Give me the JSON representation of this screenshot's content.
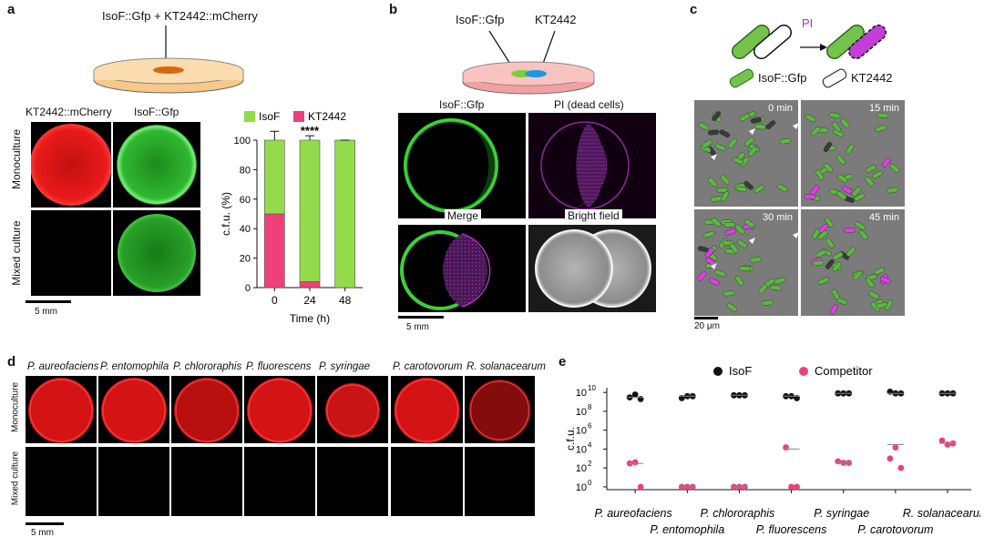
{
  "panels": {
    "a": "a",
    "b": "b",
    "c": "c",
    "d": "d",
    "e": "e"
  },
  "a": {
    "dish_label": "IsoF::Gfp + KT2442::mCherry",
    "col_left": "KT2442::mCherry",
    "col_right": "IsoF::Gfp",
    "row_top": "Monoculture",
    "row_bottom": "Mixed culture",
    "scale": "5 mm"
  },
  "b": {
    "dish_left": "IsoF::Gfp",
    "dish_right": "KT2442",
    "tl": "IsoF::Gfp",
    "tr": "PI (dead cells)",
    "bl": "Merge",
    "br": "Bright field",
    "scale": "5 mm"
  },
  "c": {
    "pi": "PI",
    "legend_isof": "IsoF::Gfp",
    "legend_kt": "KT2442",
    "times": [
      "0 min",
      "15 min",
      "30 min",
      "45 min"
    ],
    "scale": "20 μm"
  },
  "d": {
    "species": [
      "P. aureofaciens",
      "P. entomophila",
      "P. chlororaphis",
      "P. fluorescens",
      "P. syringae",
      "P. carotovorum",
      "R. solanacearum"
    ],
    "row_top": "Monoculture",
    "row_bottom": "Mixed culture",
    "scale": "5 mm",
    "colony_colors": [
      "#d41414",
      "#d41414",
      "#b81010",
      "#d41414",
      "#c81414",
      "#d41414",
      "#b01010"
    ]
  },
  "chart_data": [
    {
      "type": "bar",
      "stacked": true,
      "categories": [
        "0",
        "24",
        "48"
      ],
      "series": [
        {
          "name": "KT2442",
          "values": [
            50,
            4,
            0
          ],
          "errors": [
            7,
            3,
            0
          ],
          "color": "#f0407a"
        },
        {
          "name": "IsoF",
          "values": [
            50,
            96,
            100
          ],
          "errors": [
            6,
            3,
            0
          ],
          "color": "#94db4b"
        }
      ],
      "xlabel": "Time (h)",
      "ylabel": "c.f.u. (%)",
      "ylim": [
        0,
        100
      ],
      "yticks": [
        0,
        20,
        40,
        60,
        80,
        100
      ],
      "annotation": "****",
      "legend": "top"
    },
    {
      "type": "scatter",
      "yscale": "log",
      "ylabel": "c.f.u.",
      "yticks_exp": [
        0,
        2,
        4,
        6,
        8,
        10
      ],
      "categories": [
        "P. aureofaciens",
        "P. entomophila",
        "P. chlororaphis",
        "P. fluorescens",
        "P. syringae",
        "P. carotovorum",
        "R. solanacearum"
      ],
      "series": [
        {
          "name": "IsoF",
          "color": "#111111",
          "values": [
            [
              3000000000.0,
              6000000000.0,
              2000000000.0
            ],
            [
              2500000000.0,
              4000000000.0,
              4000000000.0
            ],
            [
              5000000000.0,
              5000000000.0,
              5000000000.0
            ],
            [
              4000000000.0,
              4000000000.0,
              2500000000.0
            ],
            [
              8000000000.0,
              8000000000.0,
              8000000000.0
            ],
            [
              12000000000.0,
              8000000000.0,
              8000000000.0
            ],
            [
              8000000000.0,
              8000000000.0,
              8000000000.0
            ]
          ],
          "medians": [
            3000000000.0,
            4000000000.0,
            5000000000.0,
            4000000000.0,
            8000000000.0,
            8000000000.0,
            8000000000.0
          ]
        },
        {
          "name": "Competitor",
          "color": "#f0407a",
          "values": [
            [
              300,
              400,
              1
            ],
            [
              1,
              1,
              1
            ],
            [
              1,
              1,
              1
            ],
            [
              15000,
              1,
              1
            ],
            [
              500,
              350,
              350
            ],
            [
              1000,
              15000,
              100
            ],
            [
              80000,
              30000,
              40000
            ]
          ],
          "medians": [
            300,
            1,
            1,
            10000,
            350,
            30000,
            40000
          ]
        }
      ],
      "legend": "top"
    }
  ]
}
